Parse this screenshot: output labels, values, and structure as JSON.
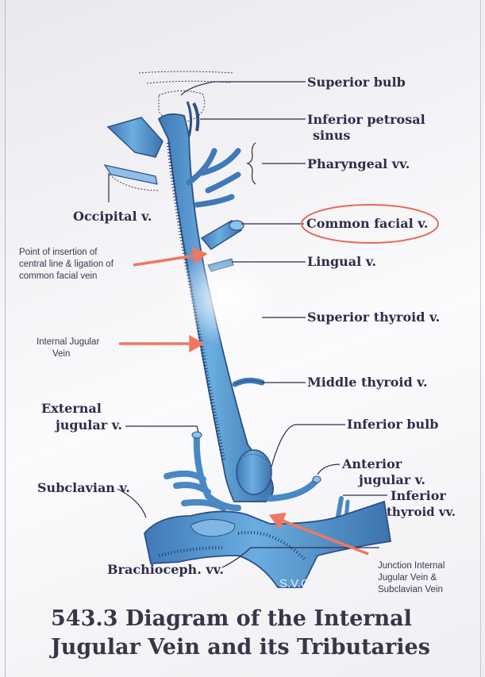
{
  "labels": {
    "superior_bulb": "Superior bulb",
    "inferior_petrosal_1": "Inferior petrosal",
    "inferior_petrosal_2": "sinus",
    "pharyngeal": "Pharyngeal vv.",
    "occipital": "Occipital v.",
    "common_facial": "Common facial v.",
    "lingual": "Lingual v.",
    "superior_thyroid": "Superior thyroid v.",
    "middle_thyroid": "Middle thyroid v.",
    "external_jugular_1": "External",
    "external_jugular_2": "jugular v.",
    "inferior_bulb": "Inferior bulb",
    "anterior_jugular_1": "Anterior",
    "anterior_jugular_2": "jugular v.",
    "subclavian": "Subclavian v.",
    "inferior_thyroid_1": "Inferior",
    "inferior_thyroid_2": "thyroid vv.",
    "brachiocephalic": "Brachioceph. vv.",
    "svc": "S.V.C."
  },
  "annotations": {
    "insertion_1": "Point of insertion of",
    "insertion_2": "central line & ligation of",
    "insertion_3": "common facial vein",
    "ijv_1": "Internal Jugular",
    "ijv_2": "Vein",
    "junction_1": "Junction Internal",
    "junction_2": "Jugular Vein &",
    "junction_3": "Subclavian Vein"
  },
  "caption": {
    "line1": "543.3  Diagram of the Internal",
    "line2": "Jugular Vein and its Tributaries"
  },
  "colors": {
    "vein": "#5a9bd0",
    "vein_dark": "#2d4f86",
    "arrow": "#f07860",
    "circle": "#e8685a",
    "text": "#2f2c4a"
  }
}
